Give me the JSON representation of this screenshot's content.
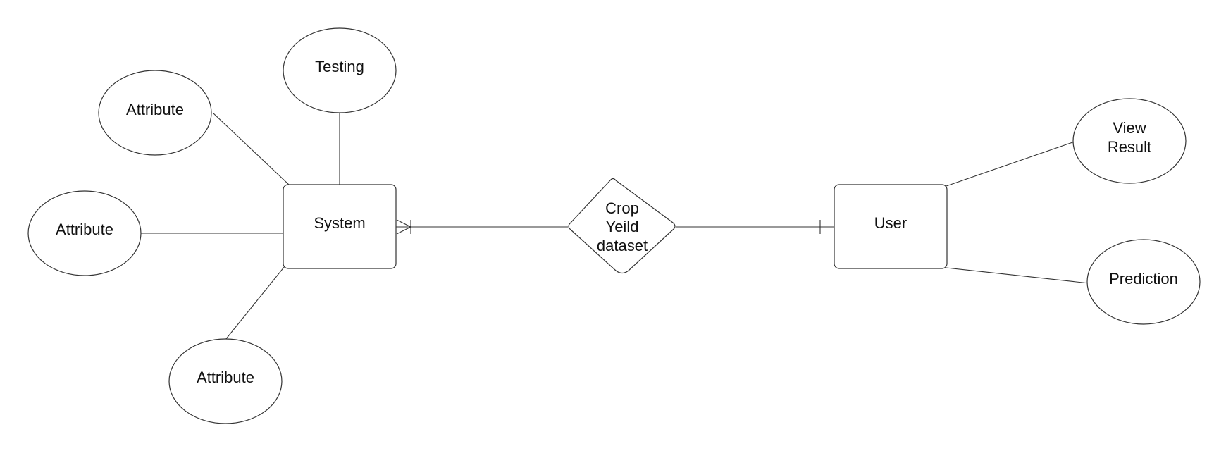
{
  "diagram": {
    "entities": {
      "system": "System",
      "user": "User"
    },
    "relationship": {
      "line1": "Crop",
      "line2": "Yeild",
      "line3": "dataset"
    },
    "attributes": {
      "testing": "Testing",
      "attribute_top": "Attribute",
      "attribute_middle": "Attribute",
      "attribute_bottom": "Attribute",
      "view_result_line1": "View",
      "view_result_line2": "Result",
      "prediction": "Prediction"
    },
    "cardinality": {
      "system_side": "one-or-many",
      "user_side": "one"
    }
  }
}
